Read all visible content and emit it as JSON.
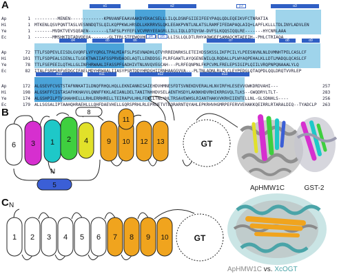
{
  "panels": {
    "a": "A",
    "b": "B",
    "c": "C"
  },
  "alignment": {
    "block1": {
      "rows": [
        {
          "name": "Ap",
          "start": "1",
          "seq": "---------MENEN-------------KPNVANFEAAVAAKDYEKACSELLLILQLDSNFGIIEIFEEYPAQLQDLEQEIKVFCTNRATIA",
          "end": ""
        },
        {
          "name": "Hi",
          "start": "1",
          "seq": "MTKENLQSVPQNTTASLVESNNDQTSLQILKQPPKWLHRSDLLKKRRVSLQKLEEAKPVNTLNLATSLRAMFIFEDAPAQLAIQ+LAPFLKLLLTDLINYLADVLEN",
          "end": ""
        },
        {
          "name": "Ye",
          "start": "1",
          "seq": "-------MVDKTVEVSQEAEN-------LTAFSLPYFEFLVCVRRYEEAGRLLILLIQLLDTQYGW-DVFSLKQQSIQQLRE-------HYCNRLAAA",
          "end": ""
        },
        {
          "name": "Ec",
          "start": "1",
          "seq": "-------MMSHKTDTADVQEQA-------GLTFRLSTFEWQVHQGRPEAARSLLISLLQLDTLRHYAQWGEFSAMAQCMTAEEIH--PHLCTRIAQA",
          "end": ""
        }
      ],
      "labels": [
        "α1",
        "α2",
        "β3",
        "α3"
      ]
    },
    "block2": {
      "rows": [
        {
          "name": "Ap",
          "start": "72",
          "seq": "TTLFSDPEVLEISDLGVQRFLVFYQRGLTPALMIAFSLPSEVNADHLQTVYRREDNRKSLETEIHDSSKSSLIKFPCILYLPEESNVNLNLDVMNHTPELCASLCF",
          "end": ""
        },
        {
          "name": "Hi",
          "start": "101",
          "seq": "TTLFSDPEALSIENLLTLGEKTWAIIAFSSPRVDADELAQTLLENDDSG-PLRFGAWTLAYQGENEWILQLRQDALLPLWYAQPEHALKLLDTLMADQLQCASLCF",
          "end": ""
        },
        {
          "name": "Ye",
          "start": "78",
          "seq": "TTLFSEPEEILQTHLLGLINFHRWAALIFASSPFGADHIVTNLNVQVEGCAH---PLRFEQNPNLFKPCVMLFRELEPSIGIPLQIILVRQPNPQNAAALYLQ",
          "end": ""
        },
        {
          "name": "Ec",
          "start": "82",
          "seq": "ITALFSRPSRFVEDGCIFAELMDYHRWAALIIASYPSRTDDYHRDGHIIRNHAAGGVVA---PLTNLADNLRLPLCLEYPEDGLQTAQPDLQQLDRQTVVRLEP",
          "end": ""
        }
      ],
      "labels": [
        "α4",
        "α5",
        "α6",
        "α7",
        "α8",
        "α9",
        "β4",
        "β5"
      ]
    },
    "block3": {
      "rows": [
        {
          "name": "Ap",
          "start": "172",
          "seq": "ALGSEVFCVGTSTAFNNKATILDNQFRHQLHQLLEKNIANNISAIEHDVHMNESFDTSVNEKDVERALHLNVIRFHLESEVVGWKDRDVAHI---",
          "end": "257"
        },
        {
          "name": "Hi",
          "start": "198",
          "seq": "ALGSKFFCIGTASAFHKHAVVLQNNFFKKLAEIANLDELTANITNHHDVSELAENTHSDYLAKNKHDVRHIKRRGVQLTLKS--GWQDRYLTLT-",
          "end": "283"
        },
        {
          "name": "Ye",
          "start": "174",
          "seq": "ALGSHPILPTVGHAHHELLLRHLERRHRELLTEIRAPVLHHLFEWLLTNLYHLTRSAVEWHSLRIANTHAKVVKRHIIENTELLNL-GLSDNHLS----",
          "end": "256"
        },
        {
          "name": "Ec",
          "start": "179",
          "seq": "ALLSGSALIPTAAHQHRAEHLLLQHFDAEVHELLGQRSPRHLRLEPRNETVTEQRARNTQYAHLEPKRHVHGMRPEFERVVEHAKKQEIRRLRTARALDIQ--TYADCLPVRAP",
          "end": "263"
        }
      ],
      "labels": [
        "α10",
        "α11",
        "α12",
        "α13"
      ]
    }
  },
  "topology_b": {
    "helices": [
      "6",
      "3",
      "1",
      "2",
      "4",
      "9",
      "10",
      "12",
      "13",
      "8",
      "11",
      "5"
    ],
    "n_label": "N",
    "gt_label": "GT",
    "structure_caption": "ApHMW1C",
    "gst_caption": "GST-2",
    "colors": {
      "h3": "#d62fcf",
      "h1": "#1ec8c8",
      "h2": "#3fcf3f",
      "h4": "#e1e12a",
      "h5": "#3b5fd6",
      "orange": "#f0a41e"
    }
  },
  "topology_c": {
    "helices": [
      "1",
      "2",
      "3",
      "4",
      "5",
      "6",
      "7",
      "8",
      "9",
      "10"
    ],
    "n_label": "N",
    "gt_label": "GT",
    "caption_a": "ApHMW1C",
    "caption_vs": " vs. ",
    "caption_b": "XcOGT",
    "colors": {
      "orange": "#f0a41e",
      "grey": "#8a8a8a",
      "teal": "#4aa4a8"
    }
  }
}
